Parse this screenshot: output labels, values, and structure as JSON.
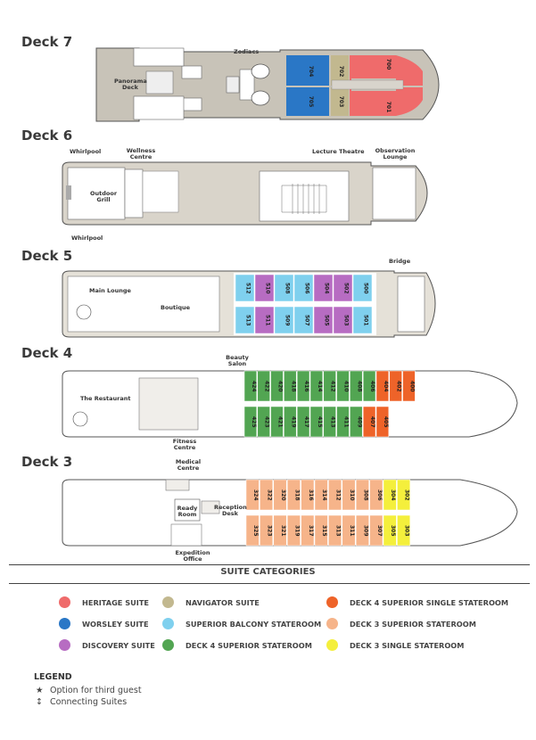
{
  "decks": {
    "deck7": {
      "title": "Deck 7",
      "labels": {
        "zodiacs": "Zodiacs",
        "panorama": "Panorama Deck"
      },
      "cabins": [
        "704",
        "705",
        "702",
        "703",
        "700",
        "701"
      ]
    },
    "deck6": {
      "title": "Deck 6",
      "labels": {
        "whirlpool_top": "Whirlpool",
        "wellness": "Wellness Centre",
        "lecture": "Lecture Theatre",
        "observation": "Observation Lounge",
        "outdoor": "Outdoor Grill",
        "whirlpool_bottom": "Whirlpool"
      }
    },
    "deck5": {
      "title": "Deck 5",
      "labels": {
        "bridge": "Bridge",
        "main_lounge": "Main Lounge",
        "boutique": "Boutique"
      },
      "cabins_top": [
        "512",
        "510",
        "508",
        "506",
        "504",
        "502",
        "500"
      ],
      "cabins_bottom": [
        "513",
        "511",
        "509",
        "507",
        "505",
        "503",
        "501"
      ]
    },
    "deck4": {
      "title": "Deck 4",
      "labels": {
        "beauty": "Beauty Salon",
        "restaurant": "The Restaurant",
        "fitness": "Fitness Centre"
      },
      "cabins_top": [
        "424",
        "422",
        "420",
        "418",
        "416",
        "414",
        "412",
        "410",
        "408",
        "406",
        "404",
        "402",
        "400"
      ],
      "cabins_bottom": [
        "425",
        "423",
        "421",
        "419",
        "417",
        "415",
        "413",
        "411",
        "409",
        "407",
        "405"
      ]
    },
    "deck3": {
      "title": "Deck 3",
      "labels": {
        "medical": "Medical Centre",
        "ready": "Ready Room",
        "reception": "Reception Desk",
        "expedition": "Expedition Office"
      },
      "cabins_top": [
        "324",
        "322",
        "320",
        "318",
        "316",
        "314",
        "312",
        "310",
        "308",
        "306",
        "304",
        "302"
      ],
      "cabins_bottom": [
        "325",
        "323",
        "321",
        "319",
        "317",
        "315",
        "313",
        "311",
        "309",
        "307",
        "305",
        "303"
      ]
    }
  },
  "suite_categories": {
    "title": "SUITE CATEGORIES",
    "items": [
      {
        "label": "HERITAGE SUITE",
        "color": "#ef6b6b"
      },
      {
        "label": "NAVIGATOR SUITE",
        "color": "#c2b88f"
      },
      {
        "label": "DECK 4 SUPERIOR SINGLE STATEROOM",
        "color": "#ee6329"
      },
      {
        "label": "WORSLEY SUITE",
        "color": "#2a77c6"
      },
      {
        "label": "SUPERIOR BALCONY STATEROOM",
        "color": "#7fd0ee"
      },
      {
        "label": "DECK 3 SUPERIOR STATEROOM",
        "color": "#f6b48a"
      },
      {
        "label": "DISCOVERY SUITE",
        "color": "#b76cc2"
      },
      {
        "label": "DECK 4 SUPERIOR STATEROOM",
        "color": "#52a552"
      },
      {
        "label": "DECK 3 SINGLE STATEROOM",
        "color": "#f4ef3c"
      }
    ]
  },
  "legend": {
    "title": "LEGEND",
    "items": [
      {
        "symbol": "★",
        "label": "Option for third guest"
      },
      {
        "symbol": "↕",
        "label": "Connecting Suites"
      }
    ]
  }
}
